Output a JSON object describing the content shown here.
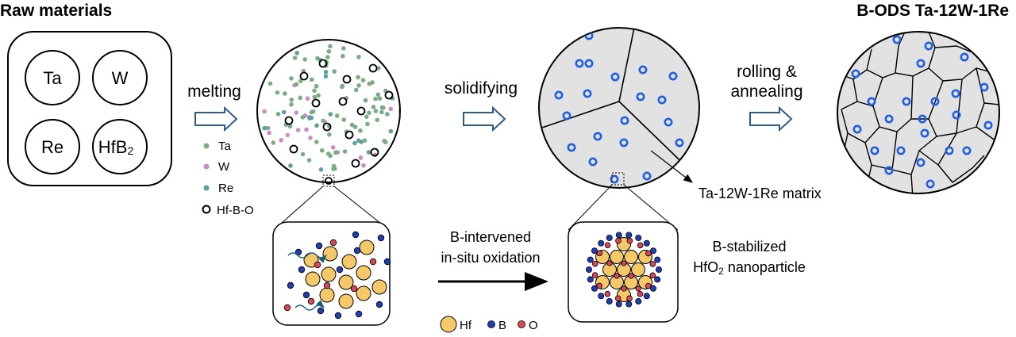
{
  "title_raw": "Raw materials",
  "title_product": "B-ODS Ta-12W-1Re",
  "raw_box": {
    "elements": [
      "Ta",
      "W",
      "Re"
    ],
    "hfb2": {
      "base": "HfB",
      "sub": "2"
    }
  },
  "steps": {
    "melting": "melting",
    "solidifying": "solidifying",
    "rolling_line1": "rolling &",
    "rolling_line2": "annealing"
  },
  "melt_legend": [
    "Ta",
    "W",
    "Re",
    "Hf-B-O"
  ],
  "matrix_label": "Ta-12W-1Re matrix",
  "reaction": {
    "line1": "B-intervened",
    "line2": "in-situ oxidation"
  },
  "particle": {
    "line1": "B-stabilized",
    "line2_sub": "2",
    "line2_pre": "HfO",
    "line2_post": " nanoparticle"
  },
  "atom_legend": [
    "Hf",
    "B",
    "O"
  ],
  "colors": {
    "ta": "#7dab82",
    "w": "#c98fc4",
    "re": "#5e9f9f",
    "hf": "#f5c96a",
    "b": "#1f3fb0",
    "o": "#d9475a",
    "grain_fill": "#e2e2e2",
    "particle_blue": "#1f5fe0",
    "arrow_outline": "#2d5b8a"
  }
}
